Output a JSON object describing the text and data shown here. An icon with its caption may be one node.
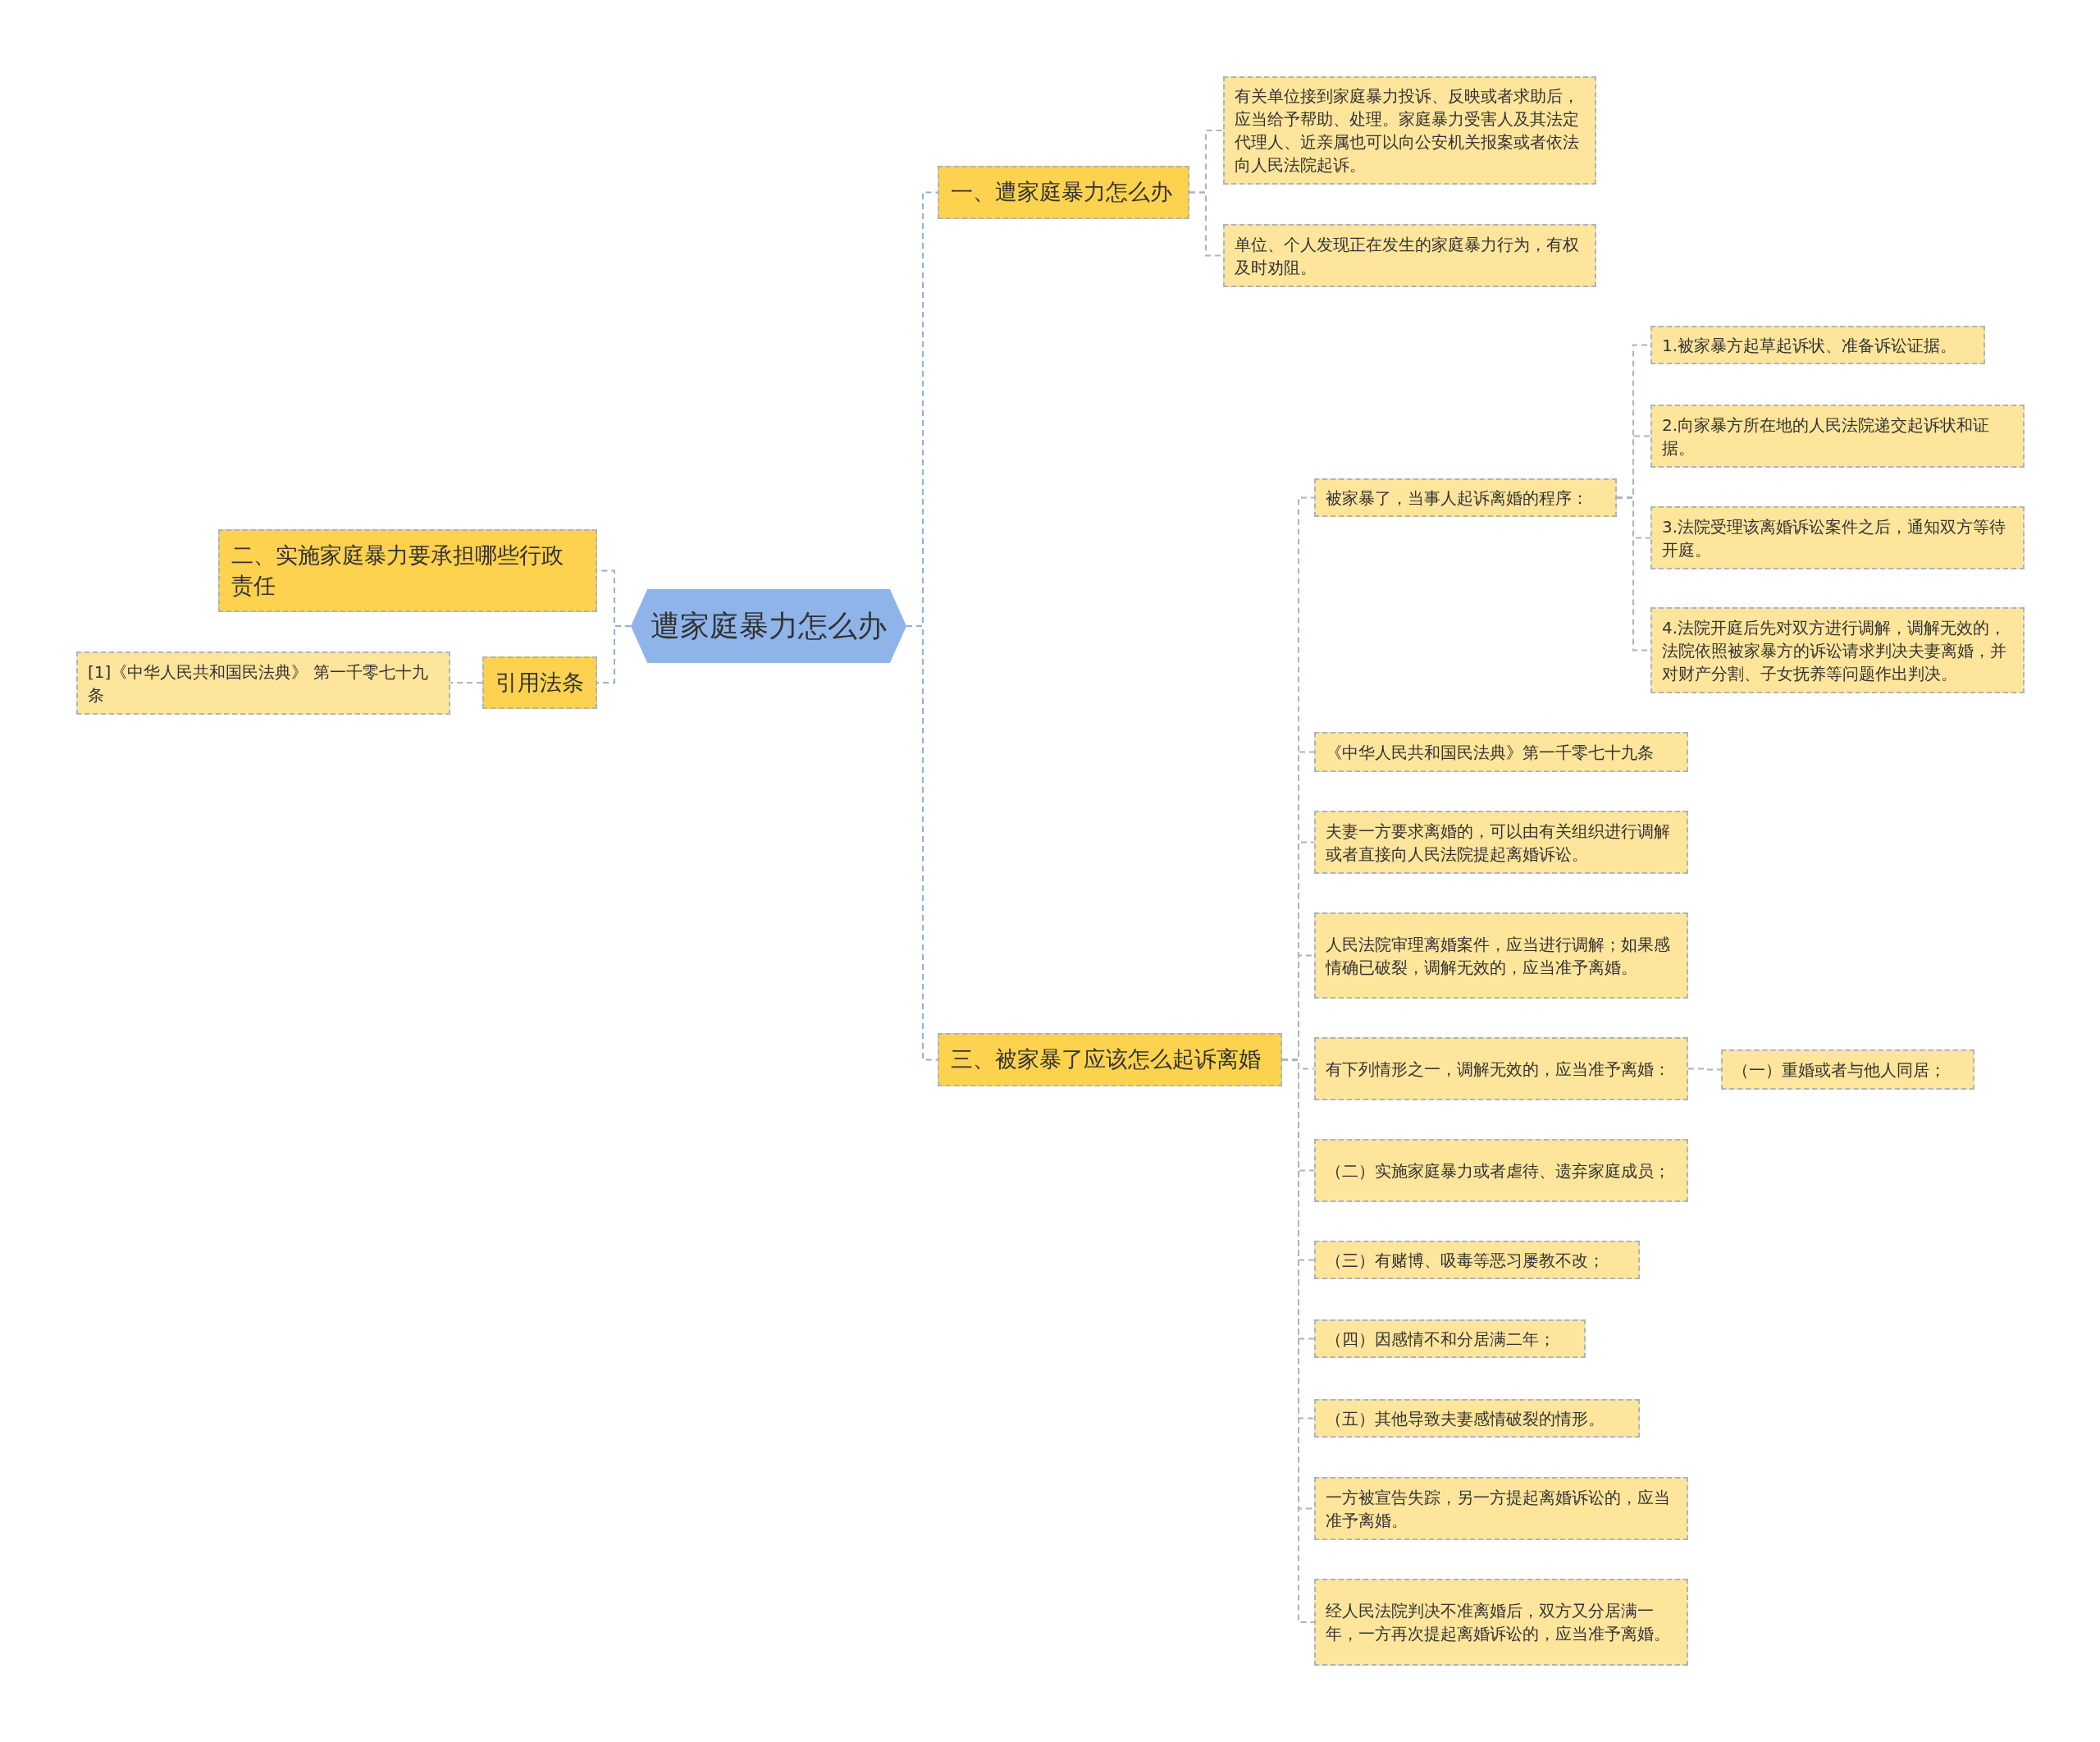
{
  "diagram": {
    "nodes": [
      {
        "text": [
          "遭家庭暴力怎么办"
        ]
      },
      {
        "text": [
          "一、遭家庭暴力怎么办"
        ]
      },
      {
        "text": [
          "有关单位接到家庭暴力投诉、反映或者求助后，应当给予帮助、处理。家庭暴力受害人及其法定代理人、近亲属也可以向公安机关报案或者依法向人民法院起诉。"
        ]
      },
      {
        "text": [
          "单位、个人发现正在发生的家庭暴力行为，有权及时劝阻。"
        ]
      },
      {
        "text": [
          "二、实施家庭暴力要承担哪些行政责任"
        ]
      },
      {
        "text": [
          "引用法条"
        ]
      },
      {
        "text": [
          "[1]《中华人民共和国民法典》 第一千零七十九条"
        ]
      },
      {
        "text": [
          "三、被家暴了应该怎么起诉离婚"
        ]
      },
      {
        "text": [
          "被家暴了，当事人起诉离婚的程序："
        ]
      },
      {
        "text": [
          "1.被家暴方起草起诉状、准备诉讼证据。"
        ]
      },
      {
        "text": [
          "2.向家暴方所在地的人民法院递交起诉状和证据。"
        ]
      },
      {
        "text": [
          "3.法院受理该离婚诉讼案件之后，通知双方等待开庭。"
        ]
      },
      {
        "text": [
          "4.法院开庭后先对双方进行调解，调解无效的，法院依照被家暴方的诉讼请求判决夫妻离婚，并对财产分割、子女抚养等问题作出判决。"
        ]
      },
      {
        "text": [
          "《中华人民共和国民法典》第一千零七十九条"
        ]
      },
      {
        "text": [
          "夫妻一方要求离婚的，可以由有关组织进行调解或者直接向人民法院提起离婚诉讼。"
        ]
      },
      {
        "text": [
          "人民法院审理离婚案件，应当进行调解；如果感情确已破裂，调解无效的，应当准予离婚。"
        ]
      },
      {
        "text": [
          "有下列情形之一，调解无效的，应当准予离婚："
        ]
      },
      {
        "text": [
          "（一）重婚或者与他人同居；"
        ]
      },
      {
        "text": [
          "（二）实施家庭暴力或者虐待、遗弃家庭成员；"
        ]
      },
      {
        "text": [
          "（三）有赌博、吸毒等恶习屡教不改；"
        ]
      },
      {
        "text": [
          "（四）因感情不和分居满二年；"
        ]
      },
      {
        "text": [
          "（五）其他导致夫妻感情破裂的情形。"
        ]
      },
      {
        "text": [
          "一方被宣告失踪，另一方提起离婚诉讼的，应当准予离婚。"
        ]
      },
      {
        "text": [
          "经人民法院判决不准离婚后，双方又分居满一年，一方再次提起离婚诉讼的，应当准予离婚。"
        ]
      }
    ],
    "edges": [
      {
        "from": 0,
        "to": 1,
        "arrow": "none"
      },
      {
        "from": 1,
        "to": 2,
        "arrow": "none"
      },
      {
        "from": 1,
        "to": 3,
        "arrow": "none"
      },
      {
        "from": 0,
        "to": 4,
        "arrow": "none"
      },
      {
        "from": 0,
        "to": 5,
        "arrow": "none"
      },
      {
        "from": 5,
        "to": 6,
        "arrow": "none"
      },
      {
        "from": 0,
        "to": 7,
        "arrow": "none"
      },
      {
        "from": 7,
        "to": 8,
        "arrow": "none"
      },
      {
        "from": 8,
        "to": 9,
        "arrow": "none"
      },
      {
        "from": 8,
        "to": 10,
        "arrow": "none"
      },
      {
        "from": 8,
        "to": 11,
        "arrow": "none"
      },
      {
        "from": 8,
        "to": 12,
        "arrow": "none"
      },
      {
        "from": 7,
        "to": 13,
        "arrow": "none"
      },
      {
        "from": 7,
        "to": 14,
        "arrow": "none"
      },
      {
        "from": 7,
        "to": 15,
        "arrow": "none"
      },
      {
        "from": 7,
        "to": 16,
        "arrow": "none"
      },
      {
        "from": 16,
        "to": 17,
        "arrow": "none"
      },
      {
        "from": 7,
        "to": 18,
        "arrow": "none"
      },
      {
        "from": 7,
        "to": 19,
        "arrow": "none"
      },
      {
        "from": 7,
        "to": 20,
        "arrow": "none"
      },
      {
        "from": 7,
        "to": 21,
        "arrow": "none"
      },
      {
        "from": 7,
        "to": 22,
        "arrow": "none"
      },
      {
        "from": 7,
        "to": 23,
        "arrow": "none"
      }
    ]
  }
}
